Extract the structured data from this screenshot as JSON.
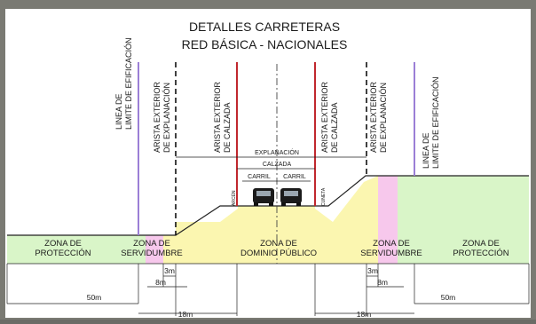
{
  "title": {
    "line1": "DETALLES CARRETERAS",
    "line2": "RED BÁSICA - NACIONALES"
  },
  "vertical_labels": {
    "limite_left": [
      "LINEA DE",
      "LIMITE DE EFIFICACIÓN"
    ],
    "arista_expl_left": [
      "ARISTA EXTERIOR",
      "DE EXPLANACIÓN"
    ],
    "arista_calz_left": [
      "ARISTA EXTERIOR",
      "DE CALZADA"
    ],
    "arista_calz_right": [
      "ARISTA EXTERIOR",
      "DE CALZADA"
    ],
    "arista_expl_right": [
      "ARISTA EXTERIOR",
      "DE EXPLANACIÓN"
    ],
    "limite_right": [
      "LINEA DE",
      "LIMITE DE EFIFICACIÓN"
    ]
  },
  "section": {
    "explanacion": "EXPLANACIÓN",
    "calzada": "CALZADA",
    "carril_left": "CARRIL",
    "carril_right": "CARRIL",
    "arcen": "ARCÉN",
    "cuneta": "CUNETA"
  },
  "zones": {
    "proteccion_left": [
      "ZONA DE",
      "PROTECCIÓN"
    ],
    "servidumbre_left": [
      "ZONA DE",
      "SERVIDUMBRE"
    ],
    "dominio": [
      "ZONA DE",
      "DOMINIO PÚBLICO"
    ],
    "servidumbre_right": [
      "ZONA DE",
      "SERVIDUMBRE"
    ],
    "proteccion_right": [
      "ZONA DE",
      "PROTECCIÓN"
    ]
  },
  "dimensions": {
    "d3m_left": "3m",
    "d8m_left": "8m",
    "d50m_left": "50m",
    "d18m_left": "18m",
    "d3m_right": "3m",
    "d8m_right": "8m",
    "d50m_right": "50m",
    "d18m_right": "18m"
  },
  "colors": {
    "proteccion": "#d9f5c8",
    "servidumbre": "#f7c8ec",
    "dominio": "#fbf6b0",
    "limite_line": "#9b7fd6",
    "calzada_line": "#c0272d"
  }
}
